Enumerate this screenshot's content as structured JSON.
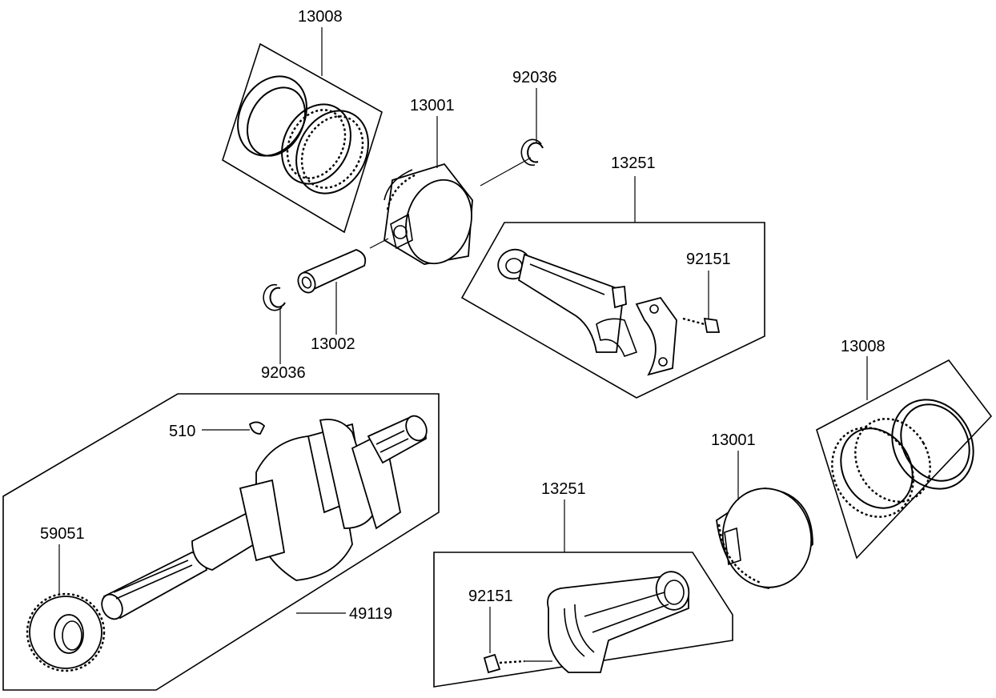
{
  "part_labels": {
    "rings_top": "13008",
    "piston_top": "13001",
    "circlip_top_right": "92036",
    "conrod_top": "13251",
    "bolt_top": "92151",
    "pin": "13002",
    "circlip_left": "92036",
    "rings_right": "13008",
    "piston_right": "13001",
    "conrod_bottom": "13251",
    "bolt_bottom": "92151",
    "key": "510",
    "gear": "59051",
    "crankshaft": "49119"
  },
  "colors": {
    "line": "#000000",
    "background": "#ffffff"
  }
}
